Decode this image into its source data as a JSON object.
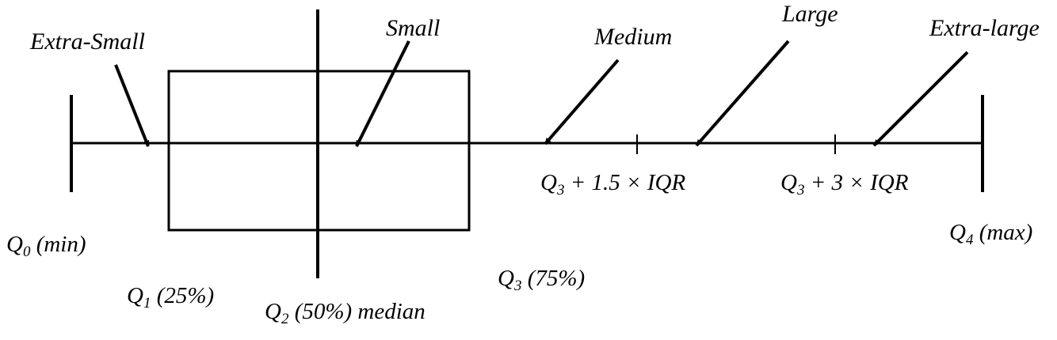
{
  "colors": {
    "ink": "#000000",
    "background": "#ffffff"
  },
  "categories": {
    "extra_small": "Extra-Small",
    "small": "Small",
    "medium": "Medium",
    "large": "Large",
    "extra_large": "Extra-large"
  },
  "thresholds": {
    "q3_1p5_prefix": "Q",
    "q3_1p5_sub": "3",
    "q3_1p5_suffix": " + 1.5 × IQR",
    "q3_3_prefix": "Q",
    "q3_3_sub": "3",
    "q3_3_suffix": " + 3 × IQR"
  },
  "quartiles": {
    "q0_prefix": "Q",
    "q0_sub": "0",
    "q0_suffix": " (min)",
    "q1_prefix": "Q",
    "q1_sub": "1",
    "q1_suffix": " (25%)",
    "q2_prefix": "Q",
    "q2_sub": "2",
    "q2_suffix": " (50%) median",
    "q3_prefix": "Q",
    "q3_sub": "3",
    "q3_suffix": " (75%)",
    "q4_prefix": "Q",
    "q4_sub": "4",
    "q4_suffix": " (max)"
  }
}
